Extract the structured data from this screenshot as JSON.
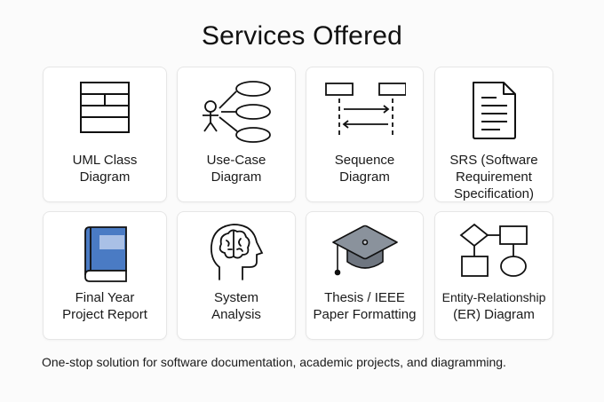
{
  "title": "Services Offered",
  "services": [
    {
      "label_lines": [
        "UML Class",
        "Diagram"
      ],
      "icon": "uml-class-icon"
    },
    {
      "label_lines": [
        "Use-Case",
        "Diagram"
      ],
      "icon": "use-case-icon"
    },
    {
      "label_lines": [
        "Sequence",
        "Diagram"
      ],
      "icon": "sequence-diagram-icon"
    },
    {
      "label_lines": [
        "SRS (Software",
        "Requirement",
        "Specification)"
      ],
      "icon": "document-icon"
    },
    {
      "label_lines": [
        "Final Year",
        "Project Report"
      ],
      "icon": "book-icon"
    },
    {
      "label_lines": [
        "System",
        "Analysis"
      ],
      "icon": "brain-head-icon"
    },
    {
      "label_lines": [
        "Thesis / IEEE",
        "Paper Formatting"
      ],
      "icon": "graduation-cap-icon"
    },
    {
      "label_lines": [
        "Entity-Relationship",
        "(ER) Diagram"
      ],
      "icon": "er-diagram-icon"
    }
  ],
  "footer": "One-stop solution for software documentation, academic projects, and diagramming.",
  "colors": {
    "book_blue": "#4a7bc4",
    "cap_gray": "#7d8590",
    "text": "#111111"
  }
}
